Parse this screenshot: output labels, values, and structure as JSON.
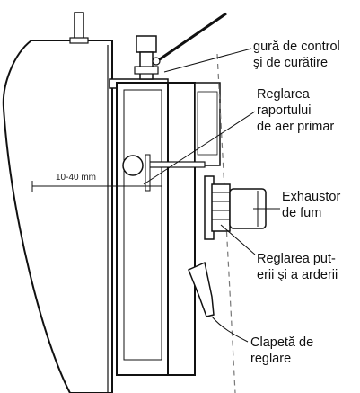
{
  "labels": {
    "cleaning_port": [
      "gură de control",
      "şi de curătire"
    ],
    "primary_air": [
      "Reglarea",
      "raportului",
      "de aer primar"
    ],
    "smoke_exhauster": [
      "Exhaustor",
      "de fum"
    ],
    "power_regulation": [
      "Reglarea put-",
      "erii şi a arderii"
    ],
    "damper": [
      "Clapetă de",
      "reglare"
    ]
  },
  "dimension": "10-40 mm"
}
